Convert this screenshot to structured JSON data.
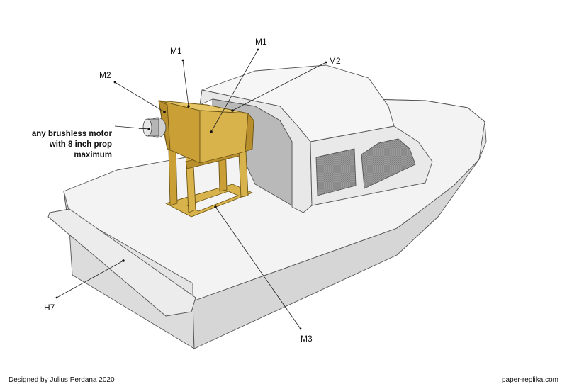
{
  "labels": {
    "m1_left": "M1",
    "m1_right": "M1",
    "m2_left": "M2",
    "m2_right": "M2",
    "m3": "M3",
    "h7": "H7",
    "motor_note": [
      "any brushless motor",
      "with 8 inch prop",
      "maximum"
    ]
  },
  "footer": {
    "credit": "Designed by Julius Perdana 2020",
    "site": "paper-replika.com"
  },
  "colors": {
    "hull_light": "#f4f4f4",
    "hull_mid": "#e2e2e2",
    "hull_dark": "#c4c4c4",
    "mount": "#d8b24a",
    "mount_dark": "#b88f2c",
    "window": "#8f8f8f"
  }
}
